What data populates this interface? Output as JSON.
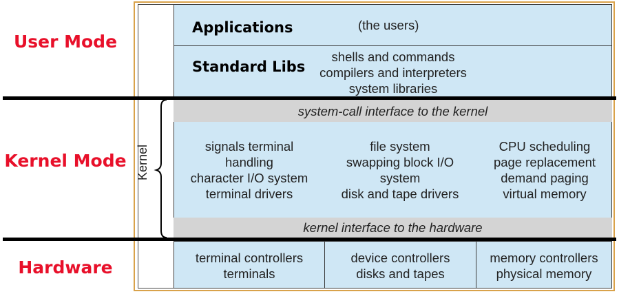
{
  "modes": {
    "user": "User Mode",
    "kernel": "Kernel Mode",
    "hardware": "Hardware"
  },
  "kernel_bracket_label": "Kernel",
  "applications": {
    "heading": "Applications",
    "note": "(the users)"
  },
  "standard_libs": {
    "heading": "Standard Libs",
    "lines": [
      "shells and commands",
      "compilers and interpreters",
      "system libraries"
    ]
  },
  "syscall_interface": "system-call interface to the kernel",
  "kernel_columns": [
    {
      "lines": [
        "signals terminal",
        "handling",
        "character I/O system",
        "terminal drivers"
      ]
    },
    {
      "lines": [
        "file system",
        "swapping block I/O",
        "system",
        "disk and tape drivers"
      ]
    },
    {
      "lines": [
        "CPU scheduling",
        "page replacement",
        "demand paging",
        "virtual memory"
      ]
    }
  ],
  "hardware_interface": "kernel interface to the hardware",
  "hardware_columns": [
    {
      "lines": [
        "terminal controllers",
        "terminals"
      ]
    },
    {
      "lines": [
        "device controllers",
        "disks and tapes"
      ]
    },
    {
      "lines": [
        "memory controllers",
        "physical memory"
      ]
    }
  ],
  "colors": {
    "mode_label": "#e8102a",
    "layer_fill": "#cfe7f5",
    "interface_fill": "#d4d4d4",
    "frame_border": "#d9a24a"
  }
}
